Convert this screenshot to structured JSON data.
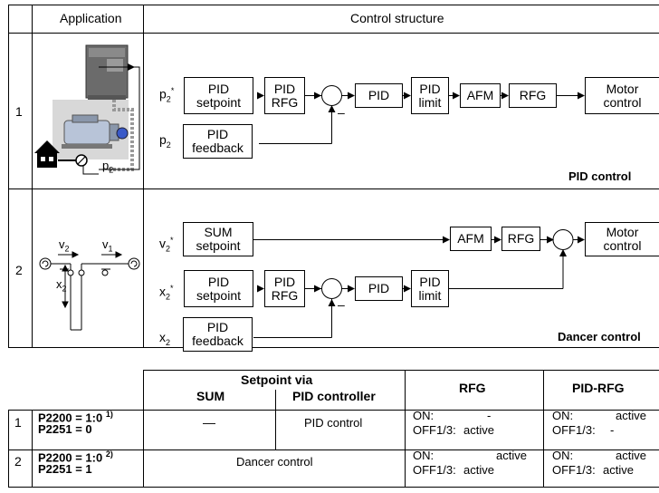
{
  "top_table": {
    "header_application": "Application",
    "header_control_structure": "Control structure",
    "row1": {
      "num": "1",
      "label": "PID control",
      "p2star": "p",
      "p2star_sub": "2",
      "p2star_sup": "*",
      "p2": "p",
      "p2_sub": "2",
      "pump_label": "p",
      "pump_label_sub": "2",
      "box_setpoint_1": "PID",
      "box_setpoint_2": "setpoint",
      "box_rfg_1": "PID",
      "box_rfg_2": "RFG",
      "box_pid": "PID",
      "box_limit_1": "PID",
      "box_limit_2": "limit",
      "box_afm": "AFM",
      "box_rfg": "RFG",
      "box_motor_1": "Motor",
      "box_motor_2": "control",
      "box_feedback_1": "PID",
      "box_feedback_2": "feedback",
      "minus": "–"
    },
    "row2": {
      "num": "2",
      "label": "Dancer control",
      "v2star": "v",
      "v2star_sub": "2",
      "v2star_sup": "*",
      "x2star": "x",
      "x2star_sub": "2",
      "x2star_sup": "*",
      "x2": "x",
      "x2_sub": "2",
      "app_v2": "v",
      "app_v2_sub": "2",
      "app_v1": "v",
      "app_v1_sub": "1",
      "app_x2": "x",
      "app_x2_sub": "2",
      "box_sum_1": "SUM",
      "box_sum_2": "setpoint",
      "box_afm": "AFM",
      "box_rfg": "RFG",
      "box_motor_1": "Motor",
      "box_motor_2": "control",
      "box_setpoint_1": "PID",
      "box_setpoint_2": "setpoint",
      "box_prfg_1": "PID",
      "box_prfg_2": "RFG",
      "box_pid": "PID",
      "box_limit_1": "PID",
      "box_limit_2": "limit",
      "box_feedback_1": "PID",
      "box_feedback_2": "feedback",
      "minus": "–"
    }
  },
  "bottom_table": {
    "hdr_setpoint_via": "Setpoint via",
    "hdr_sum": "SUM",
    "hdr_pid_controller": "PID controller",
    "hdr_rfg": "RFG",
    "hdr_pid_rfg": "PID-RFG",
    "rows": [
      {
        "num": "1",
        "param1": "P2200 = 1:0",
        "param1_sup": "1)",
        "param2": "P2251 = 0",
        "sum": "—",
        "pid": "PID control",
        "rfg_on_k": "ON:",
        "rfg_on_v": "-",
        "rfg_off_k": "OFF1/3:",
        "rfg_off_v": "active",
        "prfg_on_k": "ON:",
        "prfg_on_v": "active",
        "prfg_off_k": "OFF1/3:",
        "prfg_off_v": "-"
      },
      {
        "num": "2",
        "param1": "P2200 = 1:0",
        "param1_sup": "2)",
        "param2": "P2251 = 1",
        "merged": "Dancer control",
        "rfg_on_k": "ON:",
        "rfg_on_v": "active",
        "rfg_off_k": "OFF1/3:",
        "rfg_off_v": "active",
        "prfg_on_k": "ON:",
        "prfg_on_v": "active",
        "prfg_off_k": "OFF1/3:",
        "prfg_off_v": "active"
      }
    ]
  }
}
